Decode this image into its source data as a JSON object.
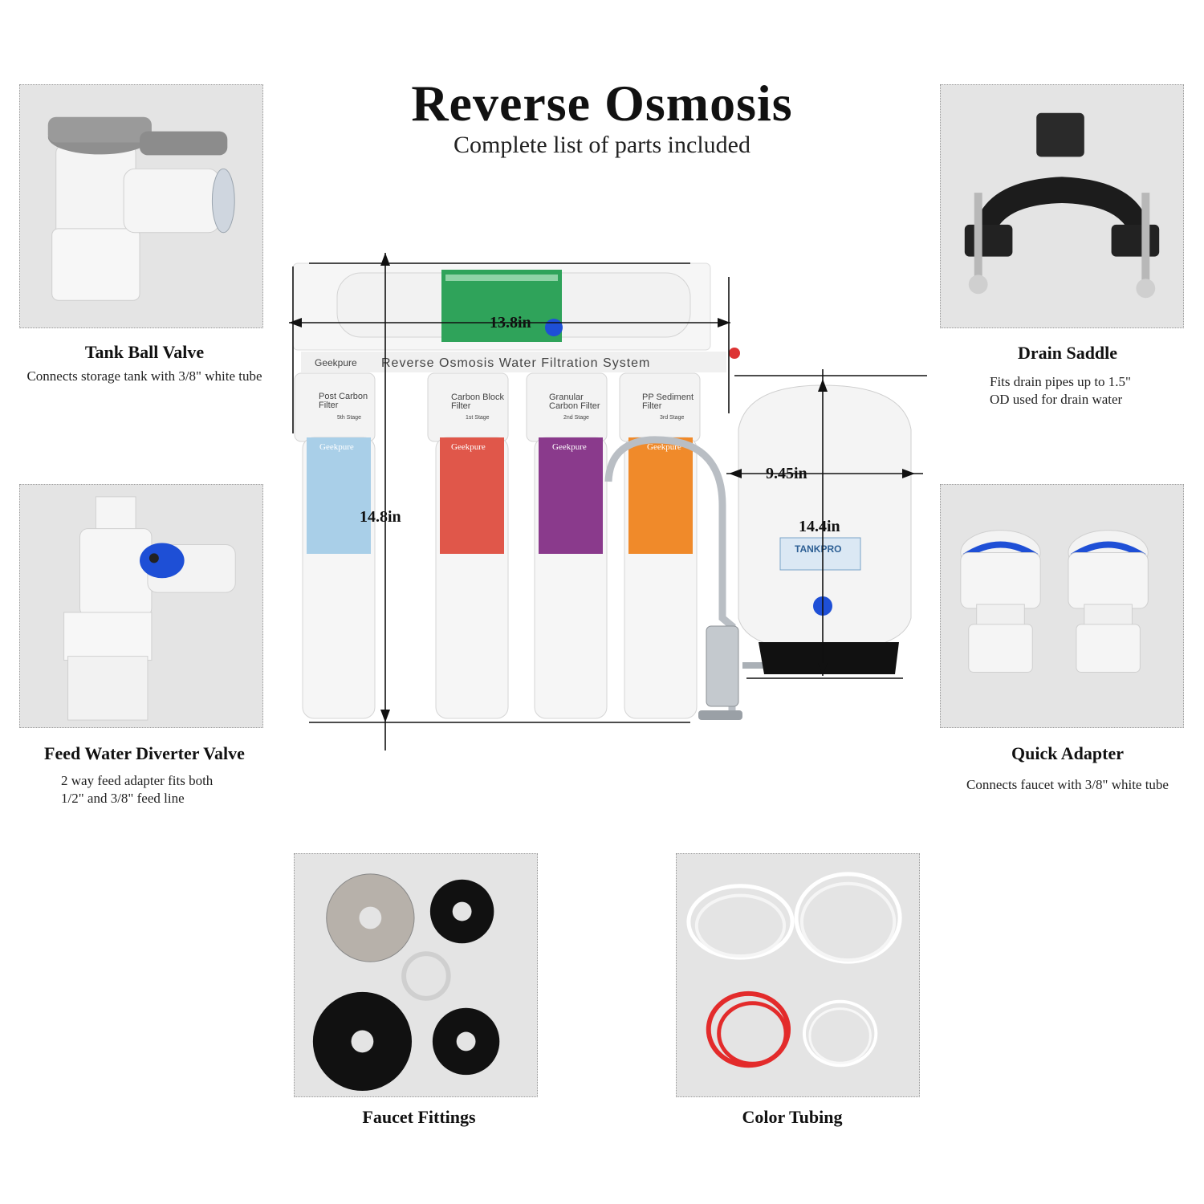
{
  "header": {
    "title": "Reverse Osmosis",
    "subtitle": "Complete list of parts included"
  },
  "parts": [
    {
      "title": "Tank Ball Valve",
      "desc": [
        "Connects storage tank with 3/8\" white tube"
      ],
      "icon": "ball-valve-icon"
    },
    {
      "title": "Drain Saddle",
      "desc": [
        "Fits drain pipes up to 1.5\"",
        "OD used for drain water"
      ],
      "icon": "drain-saddle-icon"
    },
    {
      "title": "Feed Water Diverter Valve",
      "desc": [
        "2 way feed adapter fits both",
        "1/2\" and 3/8\" feed line"
      ],
      "icon": "diverter-valve-icon"
    },
    {
      "title": "Quick Adapter",
      "desc": [
        "Connects faucet with 3/8\" white tube"
      ],
      "icon": "quick-adapter-icon"
    },
    {
      "title": "Faucet Fittings",
      "desc": [],
      "icon": "faucet-fittings-icon"
    },
    {
      "title": "Color Tubing",
      "desc": [],
      "icon": "color-tubing-icon"
    }
  ],
  "main_product": {
    "system_label": "Reverse Osmosis Water Filtration System",
    "brand": "Geekpure",
    "dimensions": {
      "width": "13.8in",
      "height": "14.8in",
      "tank_width": "9.45in",
      "tank_height": "14.4in"
    },
    "filters": [
      {
        "name_line1": "Post Carbon",
        "name_line2": "Filter",
        "stage": "5th Stage",
        "color": "#a9cfe8"
      },
      {
        "name_line1": "Carbon Block",
        "name_line2": "Filter",
        "stage": "1st Stage",
        "color": "#e0574a"
      },
      {
        "name_line1": "Granular",
        "name_line2": "Carbon Filter",
        "stage": "2nd Stage",
        "color": "#8a3a8c"
      },
      {
        "name_line1": "PP Sediment",
        "name_line2": "Filter",
        "stage": "3rd Stage",
        "color": "#f08a2a"
      }
    ],
    "tank_label": "TANKPRO"
  },
  "colors": {
    "photo_bg": "#e4e4e4",
    "valve_blue": "#1e4fd6",
    "tube_red": "#e32b2b"
  }
}
